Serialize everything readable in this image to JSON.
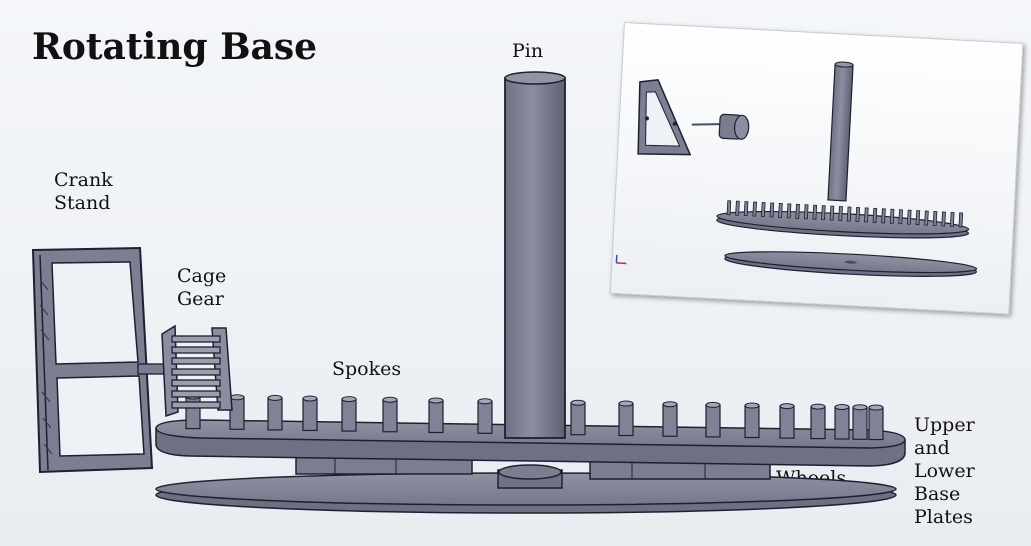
{
  "title": "Rotating Base",
  "labels": {
    "pin": "Pin",
    "crank_stand": [
      "Crank",
      "Stand"
    ],
    "cage_gear": [
      "Cage",
      "Gear"
    ],
    "spokes": "Spokes",
    "wheels": "Wheels",
    "base_plates": [
      "Upper",
      "and",
      "Lower",
      "Base",
      "Plates"
    ]
  },
  "colors": {
    "part_fill": "#7f8395",
    "part_dark": "#5a5e6e",
    "part_light": "#a3a7b6",
    "outline": "#1e2030",
    "text": "#111111"
  }
}
